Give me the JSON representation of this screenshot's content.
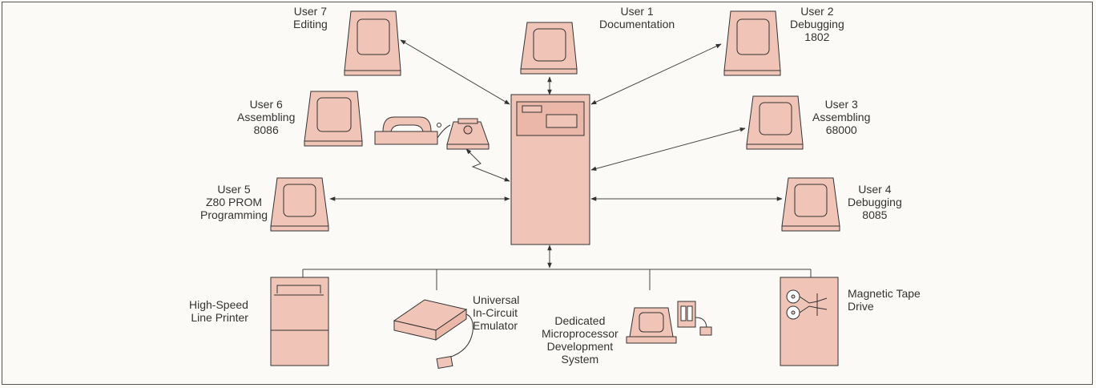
{
  "colors": {
    "equipment_fill": "#f0c4b6",
    "equipment_stroke": "#333333",
    "line": "#444444",
    "background": "#fbfaf6"
  },
  "users": {
    "user7": {
      "line1": "User 7",
      "line2": "Editing"
    },
    "user1": {
      "line1": "User 1",
      "line2": "Documentation"
    },
    "user2": {
      "line1": "User 2",
      "line2": "Debugging",
      "line3": "1802"
    },
    "user6": {
      "line1": "User 6",
      "line2": "Assembling",
      "line3": "8086"
    },
    "user3": {
      "line1": "User 3",
      "line2": "Assembling",
      "line3": "68000"
    },
    "user5": {
      "line1": "User 5",
      "line2": "Z80 PROM",
      "line3": "Programming"
    },
    "user4": {
      "line1": "User 4",
      "line2": "Debugging",
      "line3": "8085"
    }
  },
  "peripherals": {
    "printer": {
      "line1": "High-Speed",
      "line2": "Line Printer"
    },
    "emulator": {
      "line1": "Universal",
      "line2": "In-Circuit",
      "line3": "Emulator"
    },
    "dev_system": {
      "line1": "Dedicated",
      "line2": "Microprocessor",
      "line3": "Development",
      "line4": "System"
    },
    "tape_drive": {
      "line1": "Magnetic Tape",
      "line2": "Drive"
    }
  }
}
